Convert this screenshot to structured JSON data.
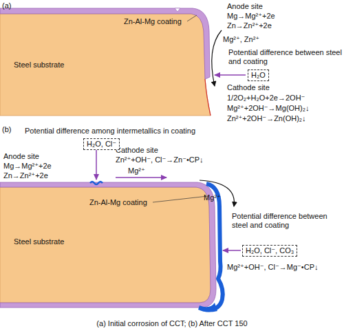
{
  "diagram": {
    "caption": "(a) Initial corrosion of CCT; (b) After CCT 150",
    "nodes": [
      {
        "text": [
          "H₂O"
        ]
      },
      {
        "text": [
          "H₂O, Cl⁻"
        ]
      },
      {
        "text": [
          "H₂O, Cl⁻, CO₃"
        ]
      }
    ],
    "labels": [
      "(a)",
      "Zn-Al-Mg coating",
      "Steel substrate",
      "Anode site",
      "Mg→Mg²⁺+2e",
      "Zn→Zn²⁺+2e",
      "Mg²⁺, Zn²⁺",
      "Potential difference between steel and coating",
      "Cathode site",
      "1/2O₂+H₂O+2e→2OH⁻",
      "Mg²⁺+2OH⁻→Mg(OH)₂↓",
      "Zn²⁺+2OH⁻→Zn(OH)₂↓",
      "(b)",
      "Potential difference among intermetallics in coating",
      "Anode site",
      "Mg→Mg²⁺+2e",
      "Zn→Zn²⁺+2e",
      "Cathode site",
      "Zn²⁺+OH⁻, Cl⁻→Zn⁻•CP↓",
      "Mg²⁺",
      "Zn-Al-Mg coating",
      "Steel substrate",
      "Mg²⁺",
      "Potential difference between steel and coating",
      "Mg²⁺+OH⁻, Cl⁻→Mg⁻•CP↓"
    ]
  }
}
